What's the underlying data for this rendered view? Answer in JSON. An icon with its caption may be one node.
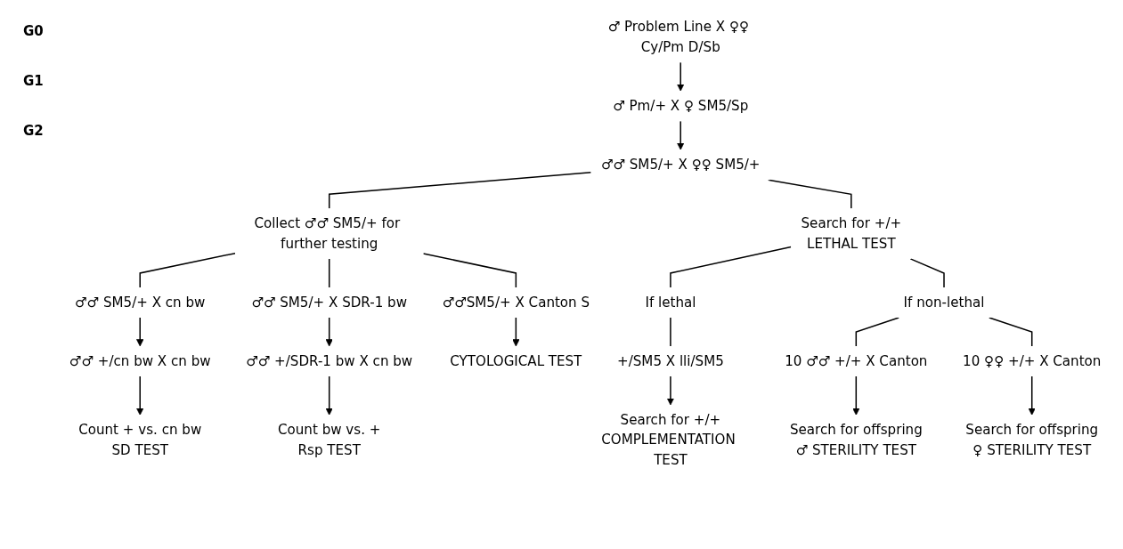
{
  "diagram": {
    "nodes": [
      {
        "text": [
          "♂ Problem Line X ♀♀ Cy/Pm D/Sb"
        ]
      },
      {
        "text": [
          "♂ Pm/+ X ♀ SM5/Sp"
        ]
      },
      {
        "text": [
          "♂♂ SM5/+ X ♀♀ SM5/+"
        ]
      },
      {
        "text": [
          "Collect ♂♂ SM5/+ for further testing"
        ]
      },
      {
        "text": [
          "Search for +/+",
          "LETHAL TEST"
        ]
      },
      {
        "text": [
          "If lethal"
        ]
      },
      {
        "text": [
          "If non-lethal"
        ]
      },
      {
        "text": [
          "♂♂ SM5/+ X cn bw"
        ]
      },
      {
        "text": [
          "♂♂ SM5/+ X SDR-1 bw"
        ]
      },
      {
        "text": [
          "♂♂SM5/+ X Canton S"
        ]
      },
      {
        "text": [
          "+/SM5 X lli/SM5"
        ]
      },
      {
        "text": [
          "10 ♂♂ +/+ X Canton"
        ]
      },
      {
        "text": [
          "10 ♀♀ +/+ X Canton"
        ]
      },
      {
        "text": [
          "♂♂ +/cn bw X cn bw"
        ]
      },
      {
        "text": [
          "♂♂ +/SDR-1 bw X cn bw"
        ]
      },
      {
        "text": [
          "CYTOLOGICAL TEST"
        ]
      },
      {
        "text": [
          "Search for +/+",
          "COMPLEMENTATION TEST"
        ]
      },
      {
        "text": [
          "Search for offspring",
          "♂ STERILITY TEST"
        ]
      },
      {
        "text": [
          "Search for offspring",
          "♀ STERILITY TEST"
        ]
      },
      {
        "text": [
          "Count + vs. cn bw",
          "SD TEST"
        ]
      },
      {
        "text": [
          "Count bw vs. +",
          "Rsp TEST"
        ]
      }
    ],
    "edges": [
      {
        "from": 0,
        "to": 1,
        "arrow": "to"
      },
      {
        "from": 1,
        "to": 2,
        "arrow": "to"
      },
      {
        "from": 2,
        "to": 3,
        "arrow": "none"
      },
      {
        "from": 2,
        "to": 4,
        "arrow": "none"
      },
      {
        "from": 3,
        "to": 7,
        "arrow": "none"
      },
      {
        "from": 3,
        "to": 8,
        "arrow": "none"
      },
      {
        "from": 3,
        "to": 9,
        "arrow": "none"
      },
      {
        "from": 4,
        "to": 5,
        "arrow": "none"
      },
      {
        "from": 4,
        "to": 6,
        "arrow": "none"
      },
      {
        "from": 5,
        "to": 10,
        "arrow": "none"
      },
      {
        "from": 6,
        "to": 11,
        "arrow": "none"
      },
      {
        "from": 6,
        "to": 12,
        "arrow": "none"
      },
      {
        "from": 7,
        "to": 13,
        "arrow": "to"
      },
      {
        "from": 8,
        "to": 14,
        "arrow": "to"
      },
      {
        "from": 9,
        "to": 15,
        "arrow": "to"
      },
      {
        "from": 10,
        "to": 16,
        "arrow": "to"
      },
      {
        "from": 11,
        "to": 17,
        "arrow": "to"
      },
      {
        "from": 12,
        "to": 18,
        "arrow": "to"
      },
      {
        "from": 13,
        "to": 19,
        "arrow": "to"
      },
      {
        "from": 14,
        "to": 20,
        "arrow": "to"
      }
    ],
    "labels": [
      "G0",
      "G1",
      "G2"
    ]
  }
}
